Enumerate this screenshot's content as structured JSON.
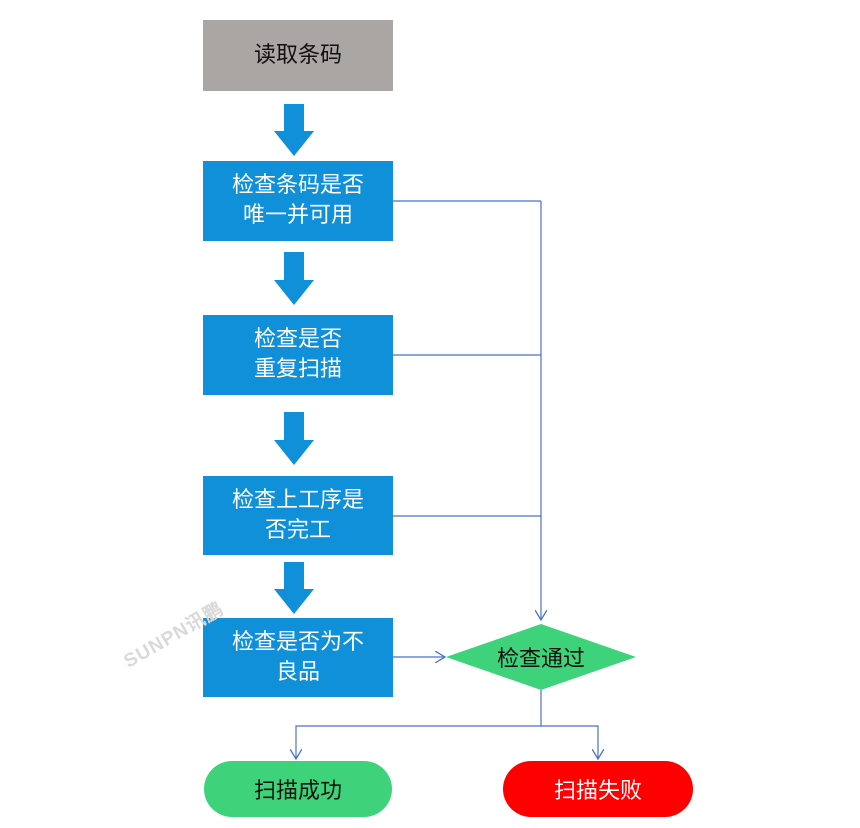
{
  "nodes": {
    "read_barcode": {
      "lines": [
        "读取条码"
      ]
    },
    "check_unique": {
      "lines": [
        "检查条码是否",
        "唯一并可用"
      ]
    },
    "check_repeat": {
      "lines": [
        "检查是否",
        "重复扫描"
      ]
    },
    "check_prev_step": {
      "lines": [
        "检查上工序是",
        "否完工"
      ]
    },
    "check_defective": {
      "lines": [
        "检查是否为不",
        "良品"
      ]
    },
    "check_passed": {
      "label": "检查通过"
    },
    "scan_success": {
      "label": "扫描成功"
    },
    "scan_failed": {
      "label": "扫描失败"
    }
  },
  "watermark": "SUNPN讯鹏",
  "colors": {
    "process_blue": "#0f90d8",
    "start_gray": "#a9a6a4",
    "decision_green": "#3ed37a",
    "success_green": "#3ed37a",
    "fail_red": "#ff0000",
    "arrow_blue": "#0f90d8",
    "connector": "#4a72c8"
  }
}
